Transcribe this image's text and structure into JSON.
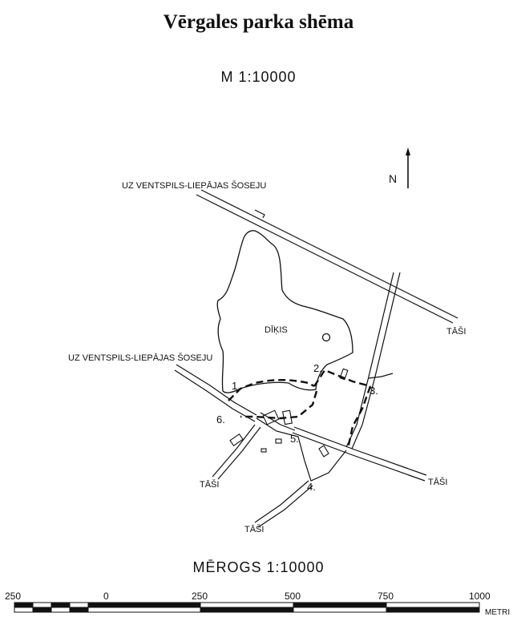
{
  "title": "Vērgales parka shēma",
  "scale_top": "M 1:10000",
  "north": "N",
  "labels": {
    "road_top": "UZ VENTSPILS-LIEPĀJAS ŠOSEJU",
    "road_left": "UZ VENTSPILS-LIEPĀJAS ŠOSEJU",
    "pond": "DĪĶIS",
    "tasi_right_top": "TĀŠI",
    "tasi_right_bottom": "TĀŠI",
    "tasi_left": "TĀŠI",
    "tasi_bottom": "TĀŠI"
  },
  "points": [
    "1.",
    "2.",
    "3.",
    "4.",
    "5.",
    "6."
  ],
  "scale_bar": {
    "title": "MĒROGS  1:10000",
    "ticks": [
      "250",
      "0",
      "250",
      "500",
      "750",
      "1000"
    ],
    "unit": "METRI"
  }
}
